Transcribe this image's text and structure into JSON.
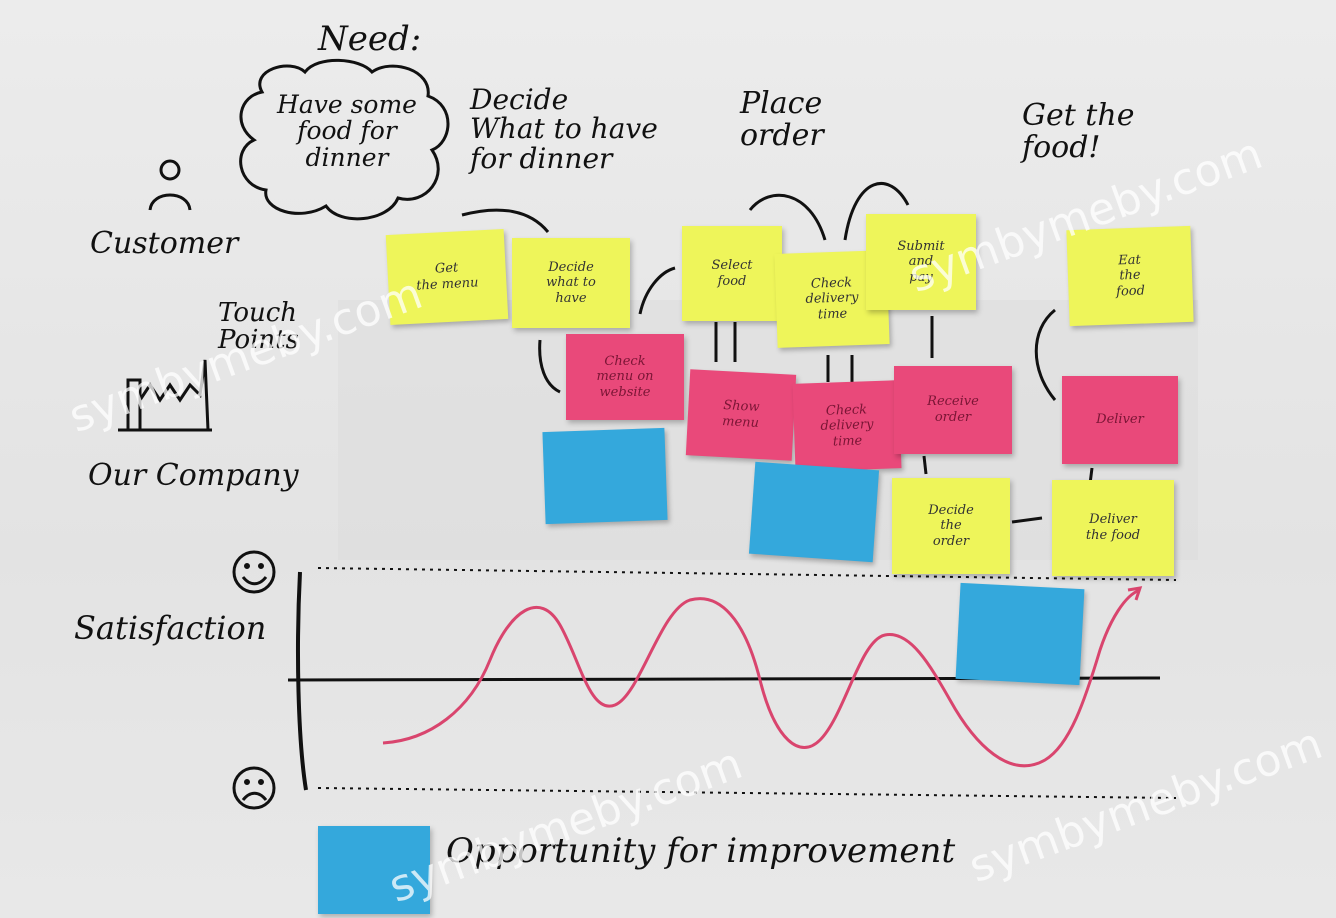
{
  "header": {
    "need": "Need:",
    "need_cloud": "Have some\nfood for\ndinner",
    "decide": "Decide\nWhat to have\nfor dinner",
    "place_order": "Place\norder",
    "get_food": "Get the\nfood!"
  },
  "lanes": {
    "customer": "Customer",
    "touch_points": "Touch\nPoints",
    "company": "Our Company",
    "satisfaction": "Satisfaction"
  },
  "stickies": {
    "yellow": [
      "Get\nthe menu",
      "Decide\nwhat to\nhave",
      "Select\nfood",
      "Check\ndelivery\ntime",
      "Submit\nand\npay",
      "Eat\nthe\nfood",
      "Decide\nthe\norder",
      "Deliver\nthe food"
    ],
    "pink": [
      "Check\nmenu on\nwebsite",
      "Show\nmenu",
      "Check\ndelivery\ntime",
      "Receive\norder",
      "Deliver"
    ]
  },
  "legend": {
    "text": "Opportunity for improvement"
  },
  "watermark": "symbymeby.com",
  "colors": {
    "yellow": "#eef55a",
    "pink": "#e9497a",
    "blue": "#34a8dc",
    "curve": "#d9456e"
  }
}
